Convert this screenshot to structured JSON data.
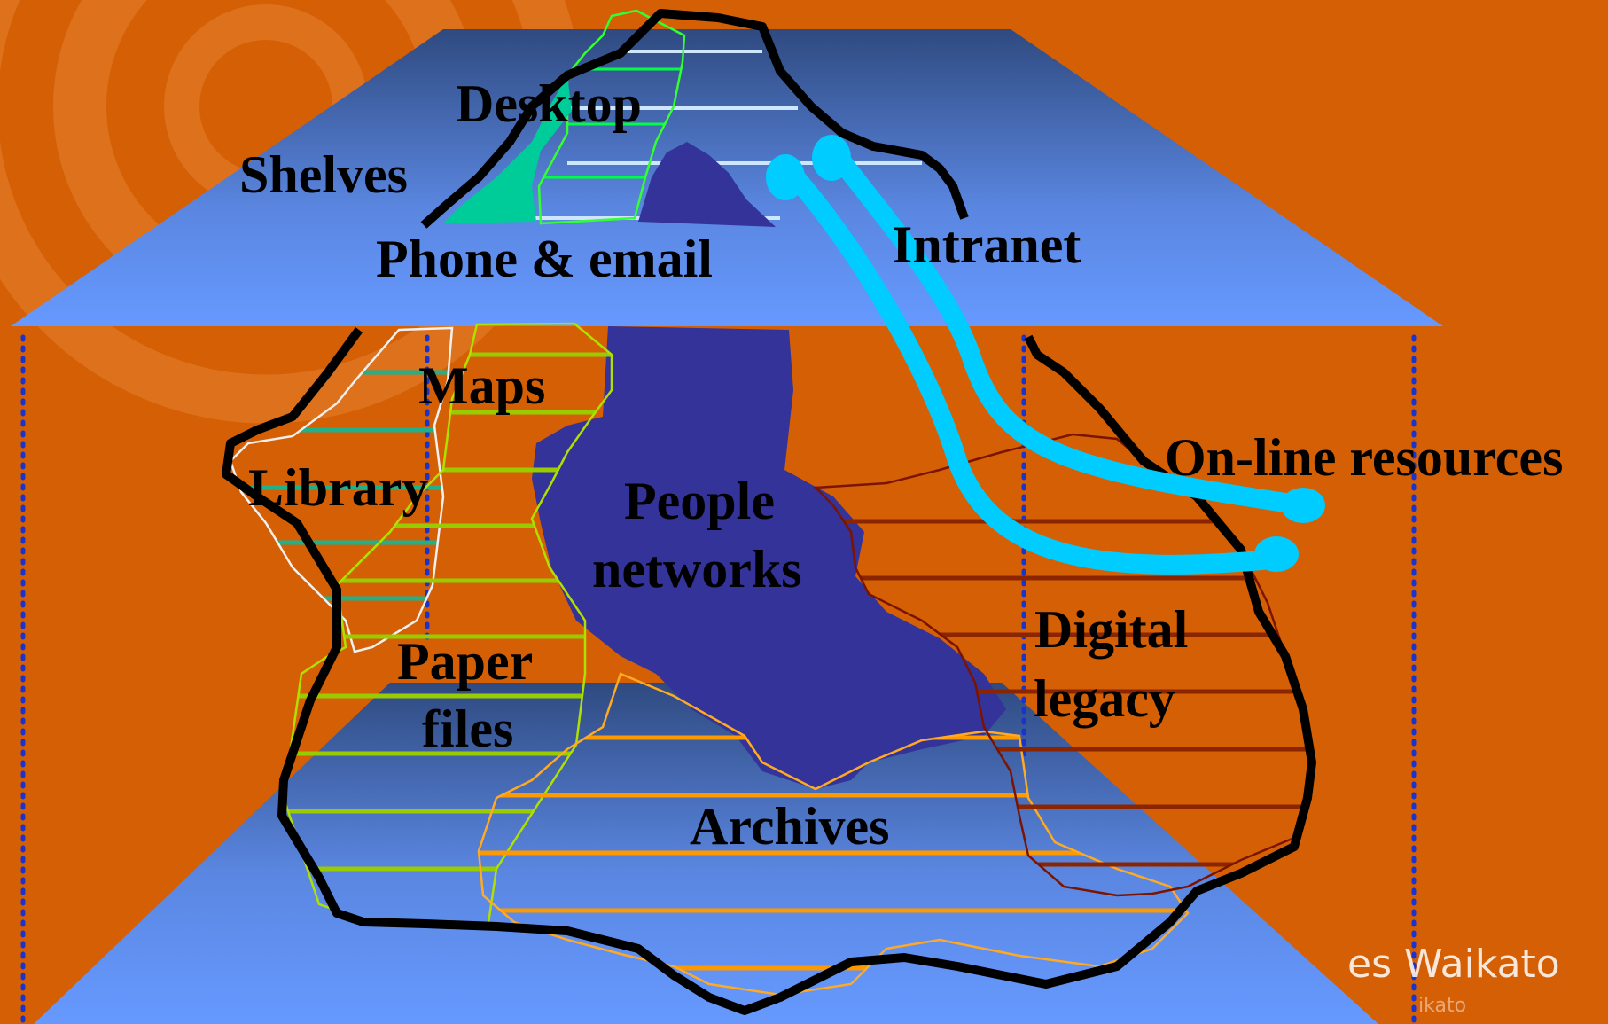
{
  "labels": {
    "desktop": "Desktop",
    "shelves": "Shelves",
    "phone_email": "Phone & email",
    "intranet": "Intranet",
    "maps": "Maps",
    "library": "Library",
    "people_line1": "People",
    "people_line2": "networks",
    "online_resources": "On-line resources",
    "digital_line1": "Digital",
    "digital_line2": "legacy",
    "paper_line1": "Paper",
    "paper_line2": "files",
    "archives": "Archives"
  },
  "branding": {
    "name_fragment": "es Waikato",
    "sub_fragment": "ikato"
  },
  "colors": {
    "background": "#d55f05",
    "plane_dark": "#2f4a80",
    "plane_light": "#6699ff",
    "outline": "#000000",
    "people_networks": "#333399",
    "desktop_fill": "#00cc99",
    "online_resources": "#00ccff",
    "library_hatch": "#20b08a",
    "paper_files_hatch": "#99cc00",
    "archives_hatch": "#ff9900",
    "digital_legacy_hatch": "#8b2500",
    "dotted_guides": "#1a33cc"
  }
}
